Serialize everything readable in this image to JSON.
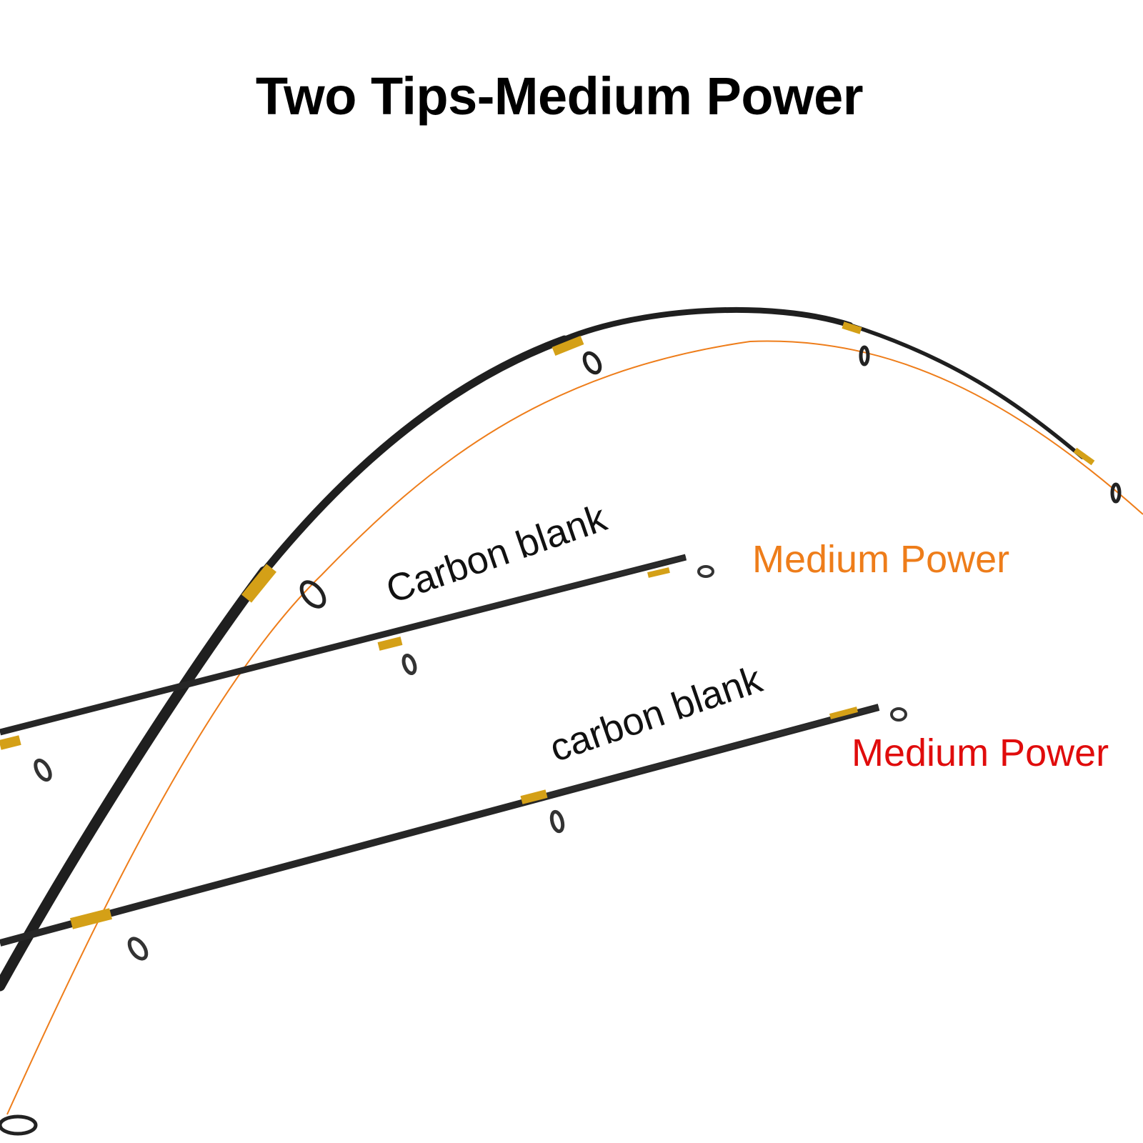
{
  "title": "Two Tips-Medium Power",
  "labels": {
    "tip1_blank": "Carbon blank",
    "tip1_power": "Medium Power",
    "tip2_blank": "carbon blank",
    "tip2_power": "Medium Power"
  },
  "colors": {
    "tip1_power": "#ee7d1a",
    "tip2_power": "#e00c0c",
    "line": "#ee7d1a",
    "rod": "#1e1e1e",
    "wrap": "#d4a017"
  }
}
